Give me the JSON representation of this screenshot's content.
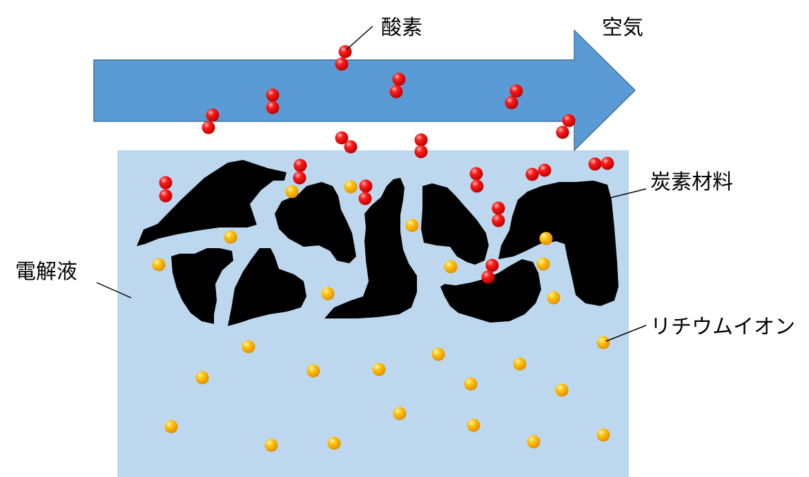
{
  "labels": {
    "oxygen": "酸素",
    "air": "空気",
    "carbon_material": "炭素材料",
    "electrolyte": "電解液",
    "lithium_ion": "リチウムイオン"
  },
  "icons": {
    "oxygen_molecule": "oxygen-molecule-icon",
    "lithium_ion": "lithium-ion-icon",
    "air_flow": "arrow-right-icon"
  },
  "colors": {
    "electrolyte": "#bdd7ee",
    "air_arrow": "#5b9bd5",
    "air_arrow_stroke": "#41719c",
    "carbon": "#000000",
    "oxygen": "#ff0000",
    "lithium_ion": "#ffc000"
  }
}
